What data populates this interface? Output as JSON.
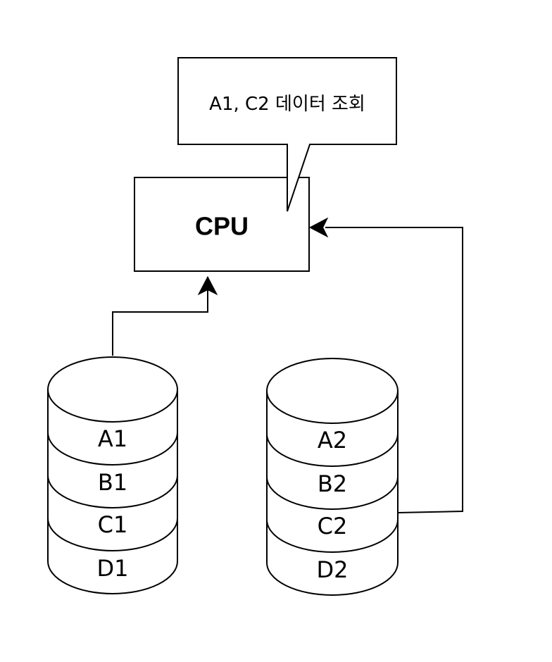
{
  "callout": {
    "text": "A1, C2 데이터 조회"
  },
  "cpu": {
    "label": "CPU"
  },
  "disk1": {
    "rows": [
      "A1",
      "B1",
      "C1",
      "D1"
    ]
  },
  "disk2": {
    "rows": [
      "A2",
      "B2",
      "C2",
      "D2"
    ]
  },
  "colors": {
    "stroke": "#000000",
    "fill": "#ffffff"
  }
}
